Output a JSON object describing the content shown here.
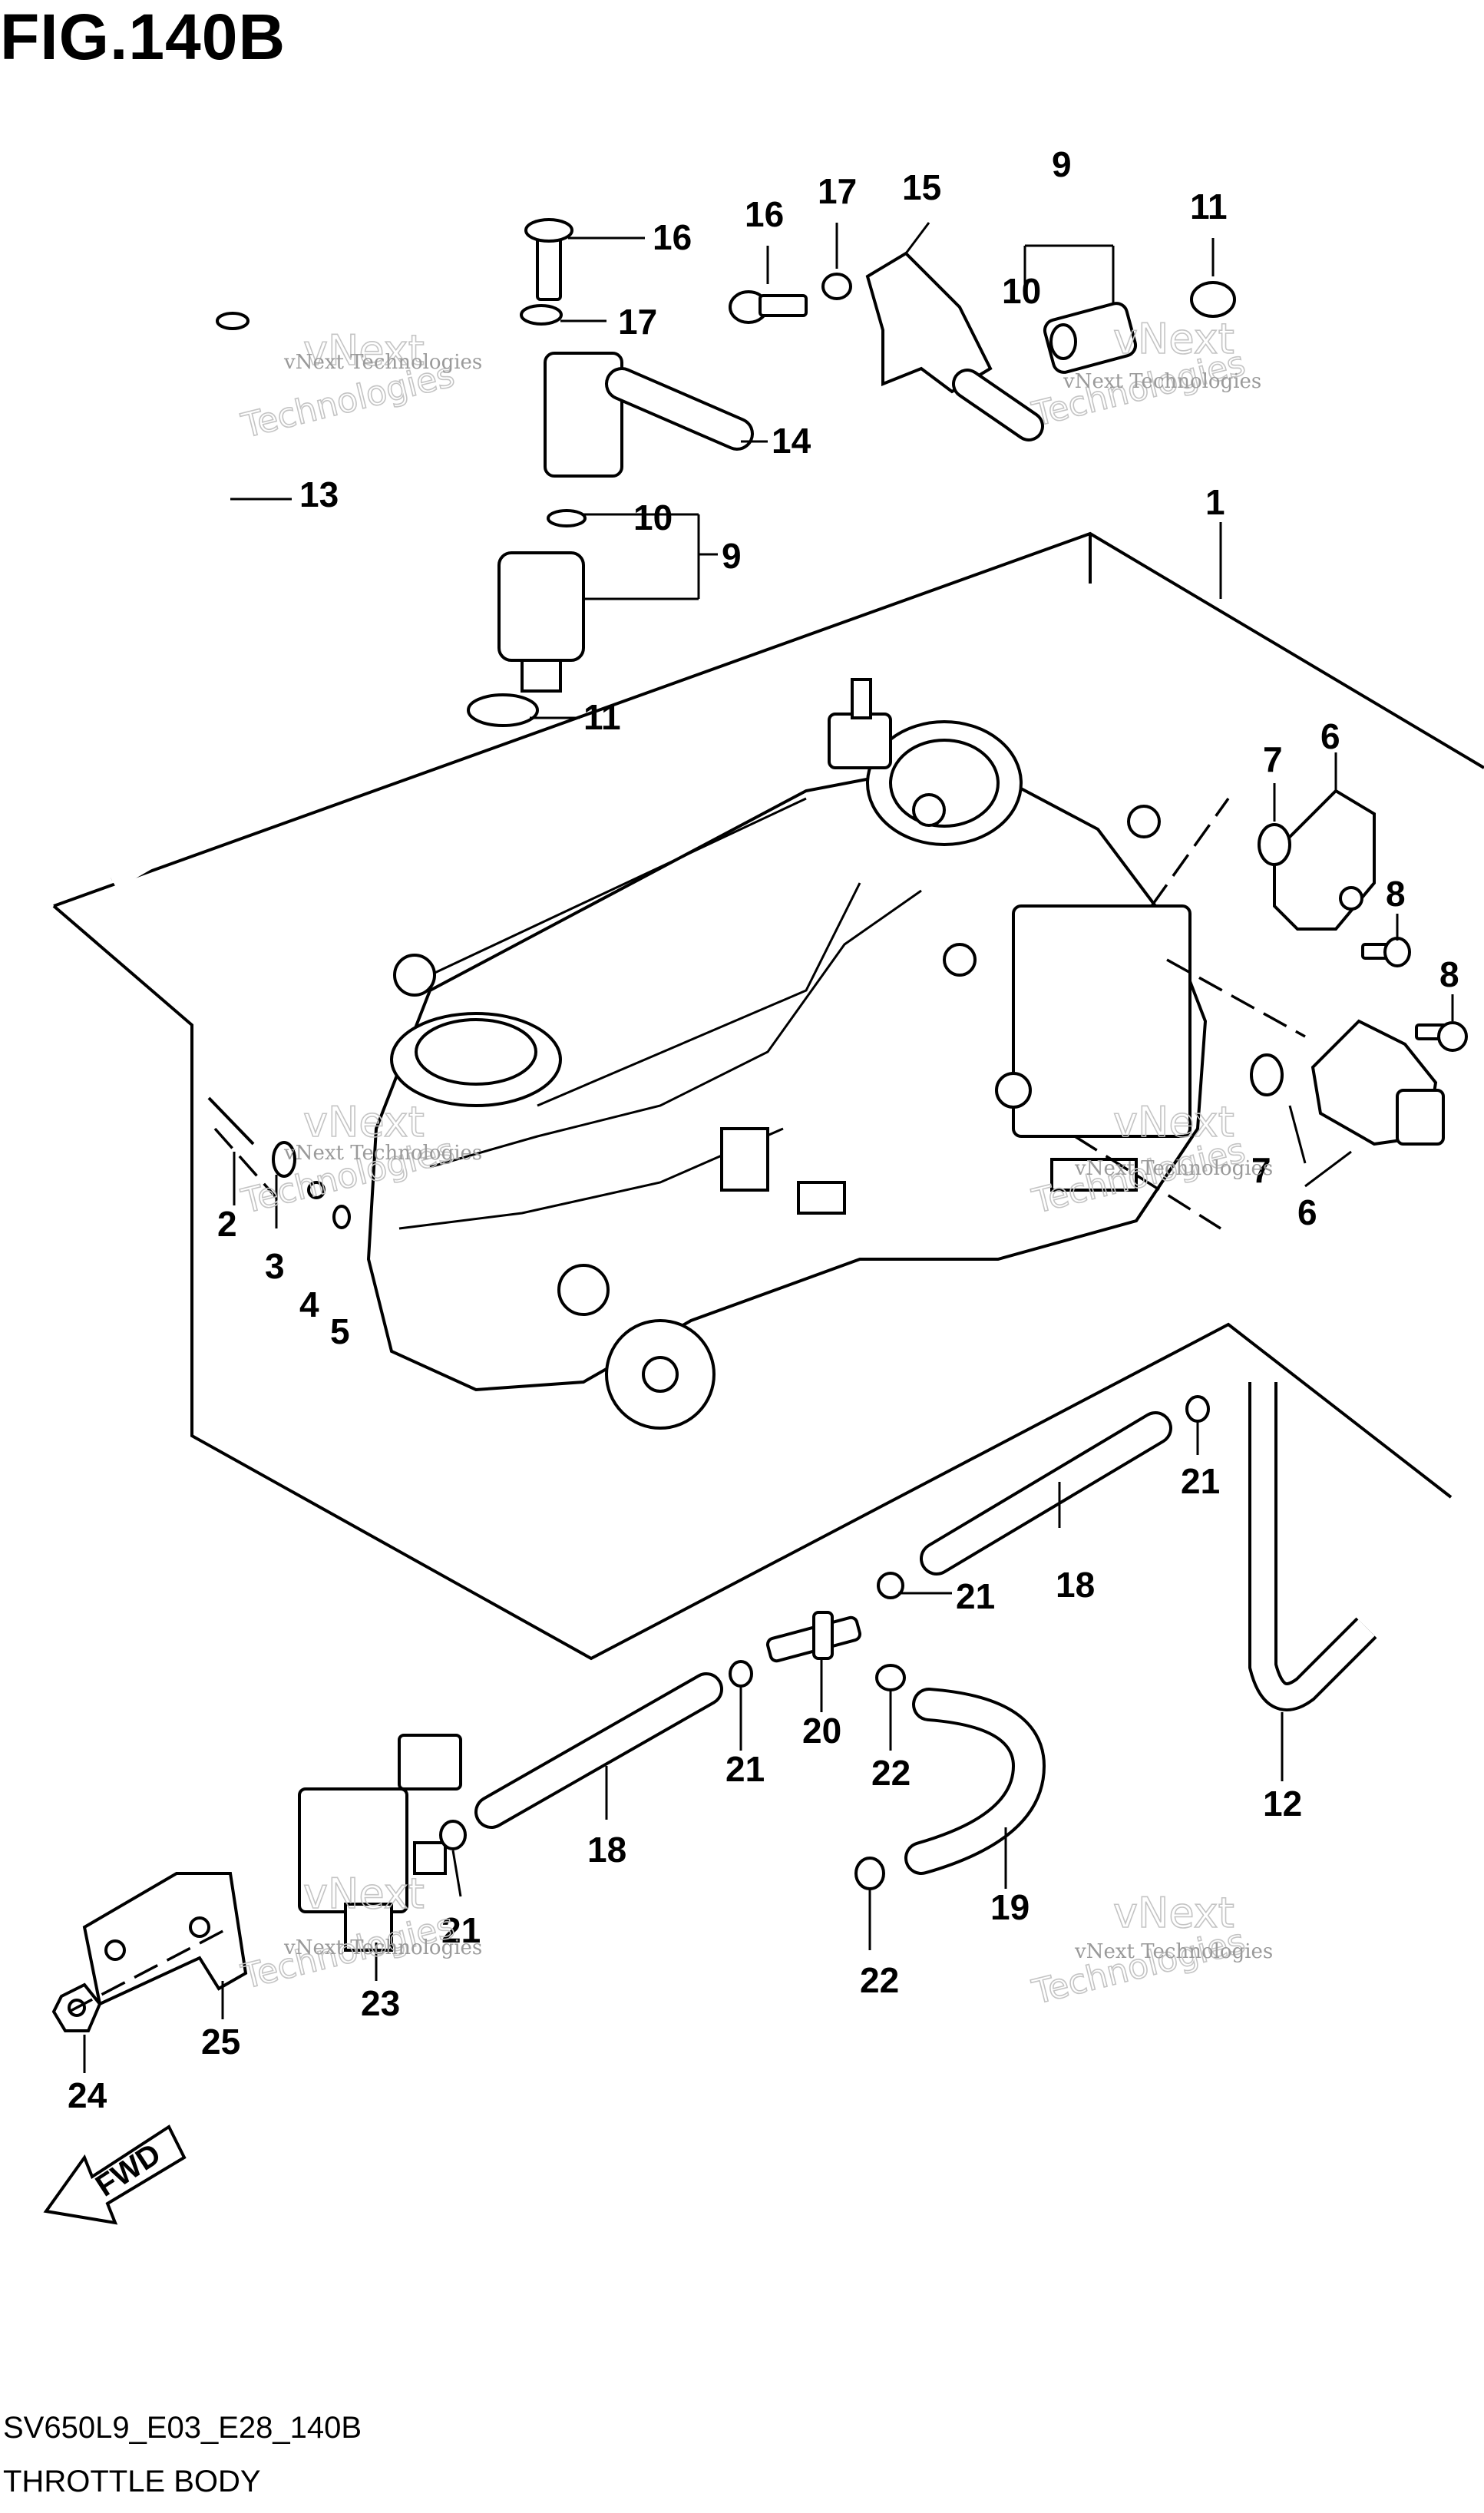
{
  "figure": {
    "title": "FIG.140B",
    "code": "SV650L9_E03_E28_140B",
    "name": "THROTTLE BODY",
    "fwd_label": "FWD"
  },
  "watermark": {
    "line1": "vNext Technologies",
    "line2a": "vNext",
    "line2b": "Technologies"
  },
  "callouts": [
    "1",
    "2",
    "3",
    "4",
    "5",
    "6",
    "6",
    "7",
    "7",
    "8",
    "8",
    "9",
    "9",
    "10",
    "10",
    "11",
    "11",
    "12",
    "13",
    "14",
    "15",
    "16",
    "16",
    "17",
    "17",
    "18",
    "18",
    "19",
    "20",
    "21",
    "21",
    "21",
    "21",
    "22",
    "22",
    "23",
    "24",
    "25"
  ]
}
